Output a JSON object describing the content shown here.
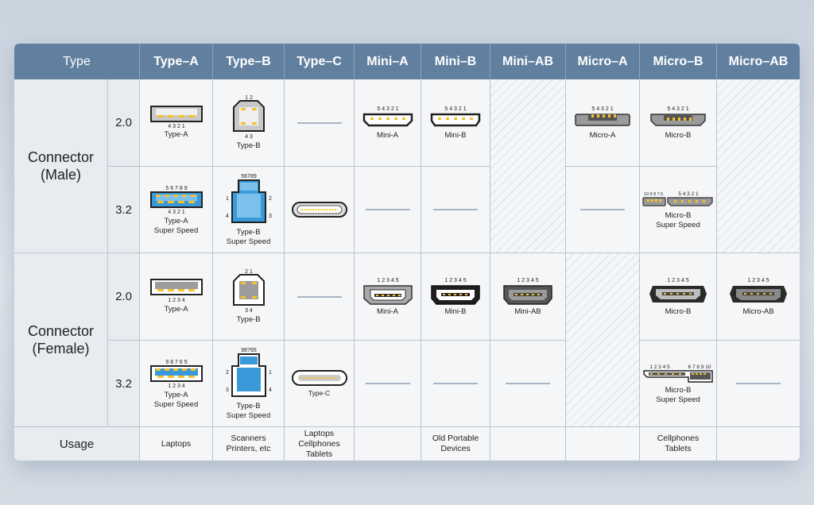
{
  "header": {
    "type": "Type",
    "columns": [
      "Type–A",
      "Type–B",
      "Type–C",
      "Mini–A",
      "Mini–B",
      "Mini–AB",
      "Micro–A",
      "Micro–B",
      "Micro–AB"
    ]
  },
  "rows": {
    "male_label": "Connector",
    "male_sub": "(Male)",
    "female_label": "Connector",
    "female_sub": "(Female)",
    "v20": "2.0",
    "v32": "3.2",
    "usage": "Usage"
  },
  "pins": {
    "a_male": "4 3 2 1",
    "a_female": "1 2 3 4",
    "a_ss_top_male": "5 6 7 8 9",
    "a_ss_top_female": "9 8 7 6 5",
    "b_top_male": "1   2",
    "b_bot_male": "4   3",
    "b_top_female": "2   1",
    "b_bot_female": "3   4",
    "b_ss_male": "56789",
    "b_ss_female": "98765",
    "mini_male": "5 4 3 2 1",
    "mini_female": "1 2 3 4 5",
    "micro_male": "5 4 3 2 1",
    "micro_female": "1 2 3 4 5",
    "microb_ss_left_male": "10 9 8 7 6",
    "microb_ss_right_male": "5 4 3 2 1",
    "microb_ss_left_female": "1 2 3 4 5",
    "microb_ss_right_female": "6 7 8 9 10",
    "side_1": "1",
    "side_2": "2",
    "side_3": "3",
    "side_4": "4"
  },
  "captions": {
    "type_a": "Type-A",
    "type_a_ss1": "Type-A",
    "type_a_ss2": "Super Speed",
    "type_b": "Type-B",
    "type_b_ss1": "Type-B",
    "type_b_ss2": "Super Speed",
    "type_c": "Type-C",
    "mini_a": "Mini-A",
    "mini_b": "Mini-B",
    "mini_ab": "Mini-AB",
    "micro_a": "Micro-A",
    "micro_b": "Micro-B",
    "micro_ab": "Micro-AB",
    "micro_b_ss1": "Micro-B",
    "micro_b_ss2": "Super Speed"
  },
  "usage": {
    "type_a": "Laptops",
    "type_b": "Scanners\nPrinters, etc",
    "type_c": "Laptops\nCellphones\nTablets",
    "mini_b": "Old Portable\nDevices",
    "micro_b": "Cellphones\nTablets"
  },
  "colors": {
    "header_bg": "#617f9f",
    "superspeed_blue": "#3a9ad9",
    "pin_yellow": "#f2c230",
    "outline": "#222222",
    "shell_gray": "#c8c8c8",
    "empty_dash": "#a8b5c5"
  }
}
